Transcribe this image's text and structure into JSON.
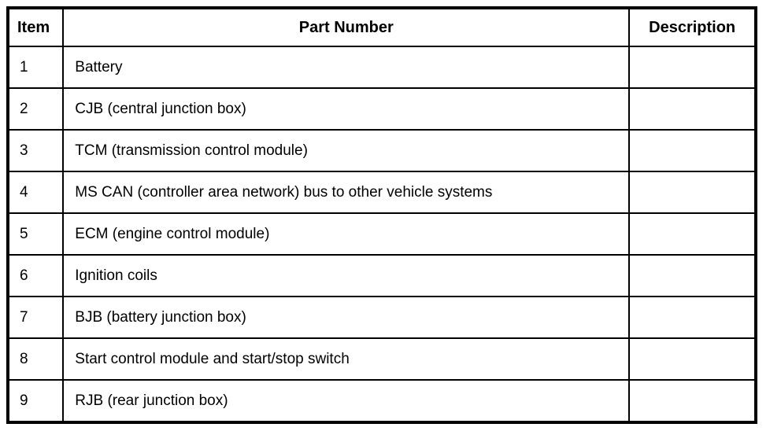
{
  "table": {
    "columns": {
      "item": "Item",
      "part_number": "Part Number",
      "description": "Description"
    },
    "rows": [
      {
        "item": "1",
        "part_number": "Battery",
        "description": ""
      },
      {
        "item": "2",
        "part_number": "CJB (central junction box)",
        "description": ""
      },
      {
        "item": "3",
        "part_number": "TCM (transmission control module)",
        "description": ""
      },
      {
        "item": "4",
        "part_number": "MS CAN (controller area network) bus to other vehicle systems",
        "description": ""
      },
      {
        "item": "5",
        "part_number": "ECM (engine control module)",
        "description": ""
      },
      {
        "item": "6",
        "part_number": "Ignition coils",
        "description": ""
      },
      {
        "item": "7",
        "part_number": "BJB (battery junction box)",
        "description": ""
      },
      {
        "item": "8",
        "part_number": "Start control module and start/stop switch",
        "description": ""
      },
      {
        "item": "9",
        "part_number": "RJB (rear junction box)",
        "description": ""
      }
    ]
  }
}
